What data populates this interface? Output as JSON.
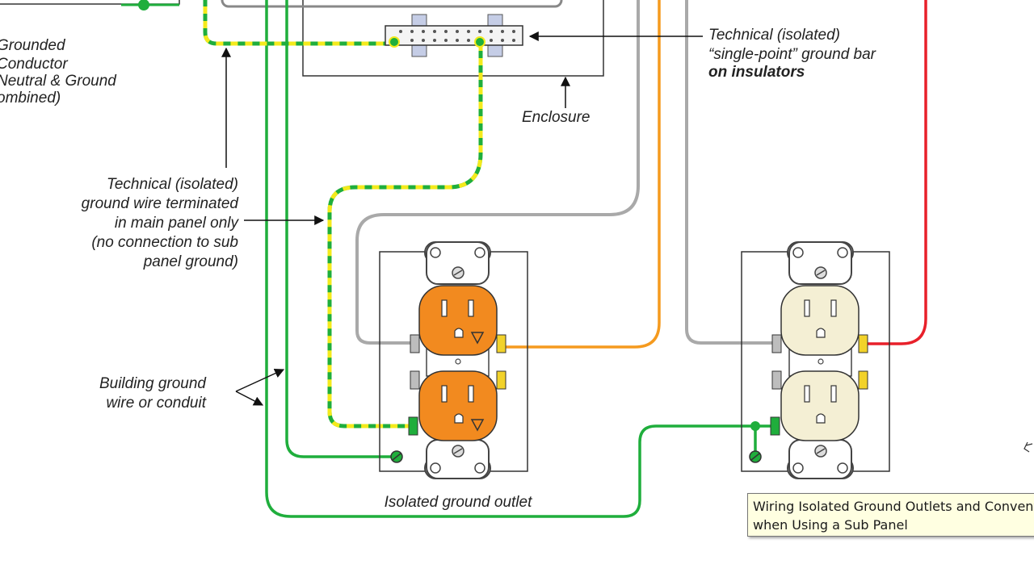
{
  "labels": {
    "grounded_conductor": [
      "Grounded",
      "Conductor",
      "Neutral & Ground",
      "ombined)"
    ],
    "tech_bar": [
      "Technical (isolated)",
      "“single-point” ground bar",
      "on insulators"
    ],
    "enclosure": "Enclosure",
    "tech_wire": [
      "Technical (isolated)",
      "ground wire terminated",
      "in main panel only",
      "(no connection to sub",
      "panel ground)"
    ],
    "building_ground": [
      "Building ground",
      "wire or conduit"
    ],
    "isolated_outlet": "Isolated ground outlet"
  },
  "tooltip": {
    "line1": "Wiring Isolated Ground Outlets and Conventional Outlets",
    "line2": "when Using a Sub Panel"
  },
  "colors": {
    "ground_green": "#1fae3c",
    "isolated_yellow": "#f4ea1c",
    "neutral_gray": "#a9a9a9",
    "hot_orange": "#f59a1e",
    "hot_red": "#e8202a",
    "isolated_outlet": "#f28a1f",
    "standard_outlet": "#f4efd4"
  }
}
